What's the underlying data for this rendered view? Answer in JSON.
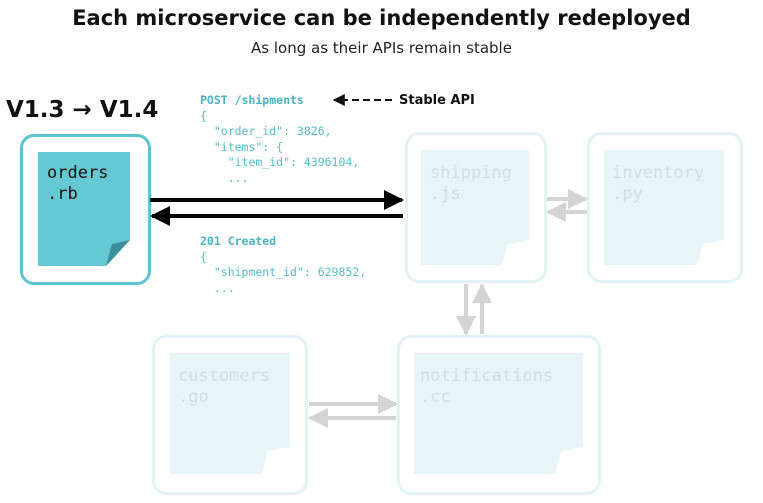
{
  "title": "Each microservice can be independently redeployed",
  "subtitle": "As long as their APIs remain stable",
  "version_change": "V1.3 → V1.4",
  "api": {
    "label": "Stable API",
    "request_header": "POST /shipments",
    "request_body": "{\n  \"order_id\": 3826,\n  \"items\": {\n    \"item_id\": 4396104,\n    ...",
    "response_header": "201 Created",
    "response_body": "{\n  \"shipment_id\": 629852,\n  ..."
  },
  "services": {
    "orders": "orders\n.rb",
    "shipping": "shipping\n.js",
    "inventory": "inventory\n.py",
    "customers": "customers\n.go",
    "notifications": "notifications\n.cc"
  },
  "colors": {
    "active_border": "#5dc3cf",
    "active_fill": "#66c8d2",
    "inactive_border": "#e2f3f6",
    "inactive_fill": "#e8f5f8",
    "code_text": "#55bcc8",
    "arrow_active": "#000000",
    "arrow_inactive": "#d4d4d4"
  }
}
